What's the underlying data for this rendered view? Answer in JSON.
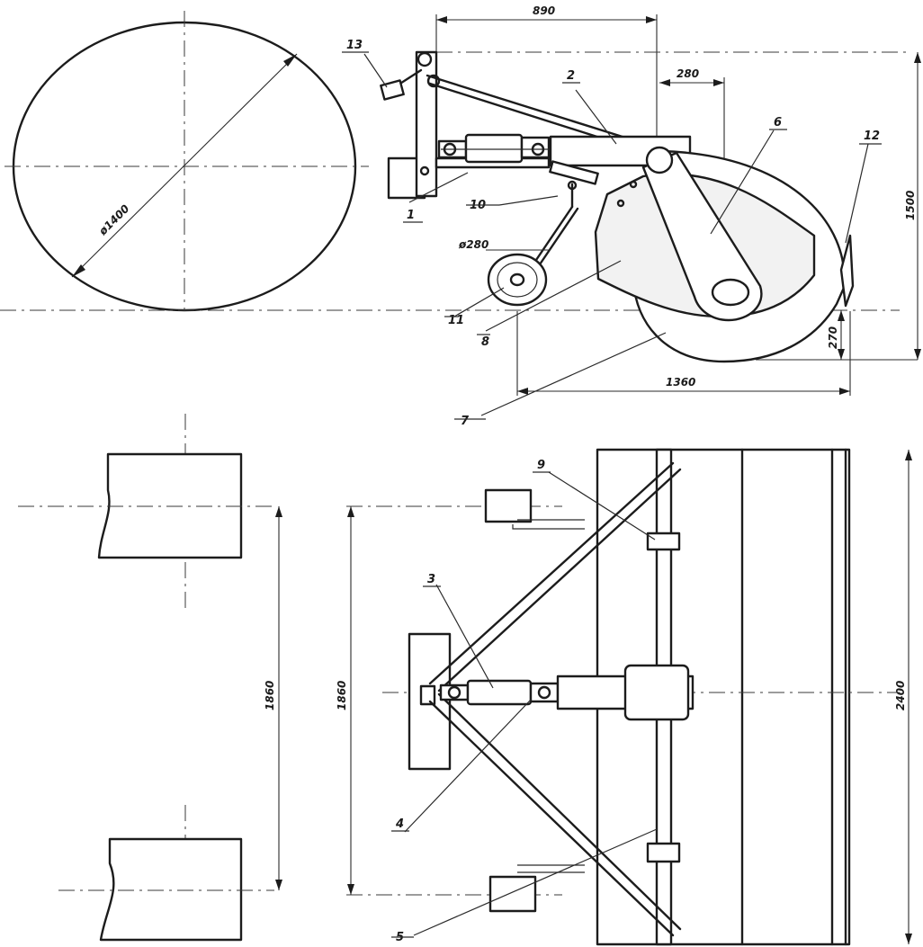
{
  "dimensions": {
    "top_width": "890",
    "arm_offset": "280",
    "total_height": "1500",
    "base_length": "1360",
    "drum_ground": "270",
    "gauge_wheel_diameter": "ø280",
    "circle_diameter": "ø1400",
    "left_width": "1860",
    "plan_width": "1860",
    "plan_total": "2400"
  },
  "callouts": {
    "c1": "1",
    "c2": "2",
    "c3": "3",
    "c4": "4",
    "c5": "5",
    "c6": "6",
    "c7": "7",
    "c8": "8",
    "c9": "9",
    "c10": "10",
    "c11": "11",
    "c12": "12",
    "c13": "13"
  },
  "colors": {
    "ink": "#1c1c1c",
    "paper": "#ffffff"
  }
}
